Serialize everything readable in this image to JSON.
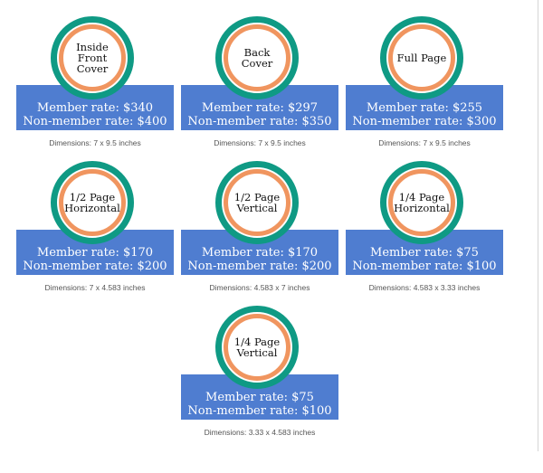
{
  "ads": [
    {
      "name": "Inside Front Cover",
      "member_rate": "Member rate: $340",
      "nonmember_rate": "Non-member rate: $400",
      "dimensions": "Dimensions: 7 x 9.5 inches"
    },
    {
      "name": "Back Cover",
      "member_rate": "Member rate: $297",
      "nonmember_rate": "Non-member rate: $350",
      "dimensions": "Dimensions: 7 x 9.5 inches"
    },
    {
      "name": "Full Page",
      "member_rate": "Member rate: $255",
      "nonmember_rate": "Non-member rate: $300",
      "dimensions": "Dimensions: 7 x 9.5 inches"
    },
    {
      "name": "1/2 Page Horizontal",
      "member_rate": "Member rate: $170",
      "nonmember_rate": "Non-member rate: $200",
      "dimensions": "Dimensions: 7 x 4.583 inches"
    },
    {
      "name": "1/2 Page Vertical",
      "member_rate": "Member rate: $170",
      "nonmember_rate": "Non-member rate: $200",
      "dimensions": "Dimensions: 4.583 x 7 inches"
    },
    {
      "name": "1/4 Page Horizontal",
      "member_rate": "Member rate: $75",
      "nonmember_rate": "Non-member rate: $100",
      "dimensions": "Dimensions: 4.583 x 3.33 inches"
    },
    {
      "name": "1/4 Page Vertical",
      "member_rate": "Member rate: $75",
      "nonmember_rate": "Non-member rate: $100",
      "dimensions": "Dimensions: 3.33 x 4.583  inches"
    }
  ],
  "colors": {
    "rate_box_blue": "#4f7dd0",
    "ring_teal": "#0f9a84",
    "ring_orange": "#f0955f"
  }
}
